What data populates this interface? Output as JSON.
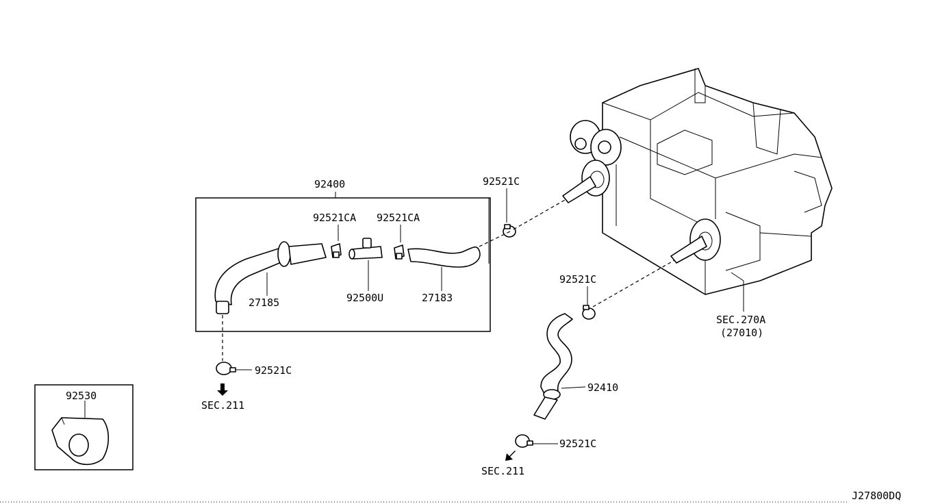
{
  "diagram": {
    "labels": {
      "assembly_92400": "92400",
      "clamp_ca_left": "92521CA",
      "clamp_ca_right": "92521CA",
      "hose_27185": "27185",
      "connector_92500u": "92500U",
      "hose_27183": "27183",
      "clamp_c_top": "92521C",
      "clamp_c_mid": "92521C",
      "clamp_c_left_bottom": "92521C",
      "clamp_c_right_bottom": "92521C",
      "hose_92410": "92410",
      "sec_270a": "SEC.270A",
      "sec_270a_sub": "(27010)",
      "sec_211_left": "SEC.211",
      "sec_211_right": "SEC.211",
      "grommet_92530": "92530",
      "drawing_code": "J27800DQ"
    }
  }
}
